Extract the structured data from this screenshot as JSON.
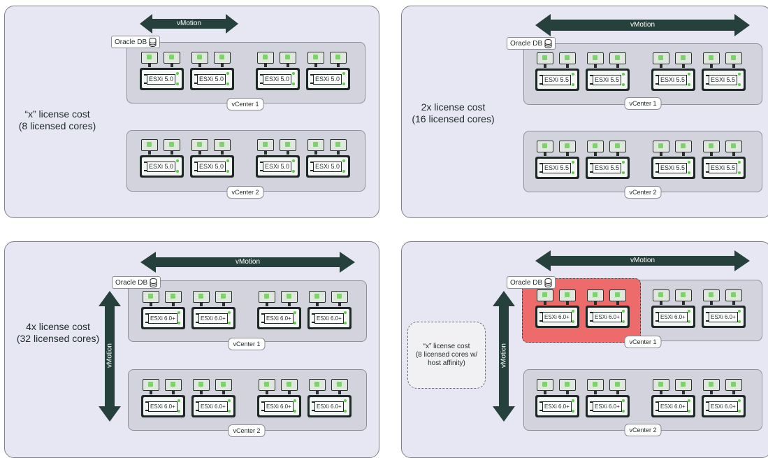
{
  "labels": {
    "vmotion": "vMotion",
    "oracle_db": "Oracle DB",
    "vcenter_1": "vCenter 1",
    "vcenter_2": "vCenter 2"
  },
  "panels": [
    {
      "version": "ESXi 5.0",
      "cost_line1": "“x”  license cost",
      "cost_line2": "(8 licensed cores)"
    },
    {
      "version": "ESXi 5.5",
      "cost_line1": "2x license cost",
      "cost_line2": "(16 licensed cores)"
    },
    {
      "version": "ESXi 6.0+",
      "cost_line1": "4x license cost",
      "cost_line2": "(32 licensed cores)"
    },
    {
      "version": "ESXi 6.0+",
      "note_line1": "“x” license cost",
      "note_line2": "(8 licensed cores w/",
      "note_line3": "host affinity)"
    }
  ],
  "colors": {
    "panel_bg": "#e7e7f3",
    "cluster_bg": "#d2d3dc",
    "arrow": "#26403b",
    "vm_accent": "#7fd16e",
    "led": "#64c94f",
    "affinity_highlight": "#ee6b6b"
  },
  "icons": [
    "database-icon",
    "vm-monitor-icon",
    "server-icon",
    "double-arrow-icon"
  ]
}
